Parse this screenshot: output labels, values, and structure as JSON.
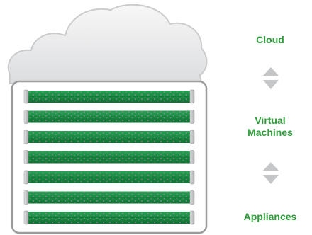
{
  "labels": {
    "cloud": "Cloud",
    "virtual_machines_line1": "Virtual",
    "virtual_machines_line2": "Machines",
    "appliances": "Appliances"
  },
  "server_count": 7,
  "colors": {
    "label_green": "#2e9c3a",
    "server_green": "#1f8f46",
    "server_dots": "#b07fa8",
    "arrow_gray": "#c4c6c8",
    "cloud_outline": "#c9cbcd",
    "rack_outline": "#9a9c9e"
  }
}
